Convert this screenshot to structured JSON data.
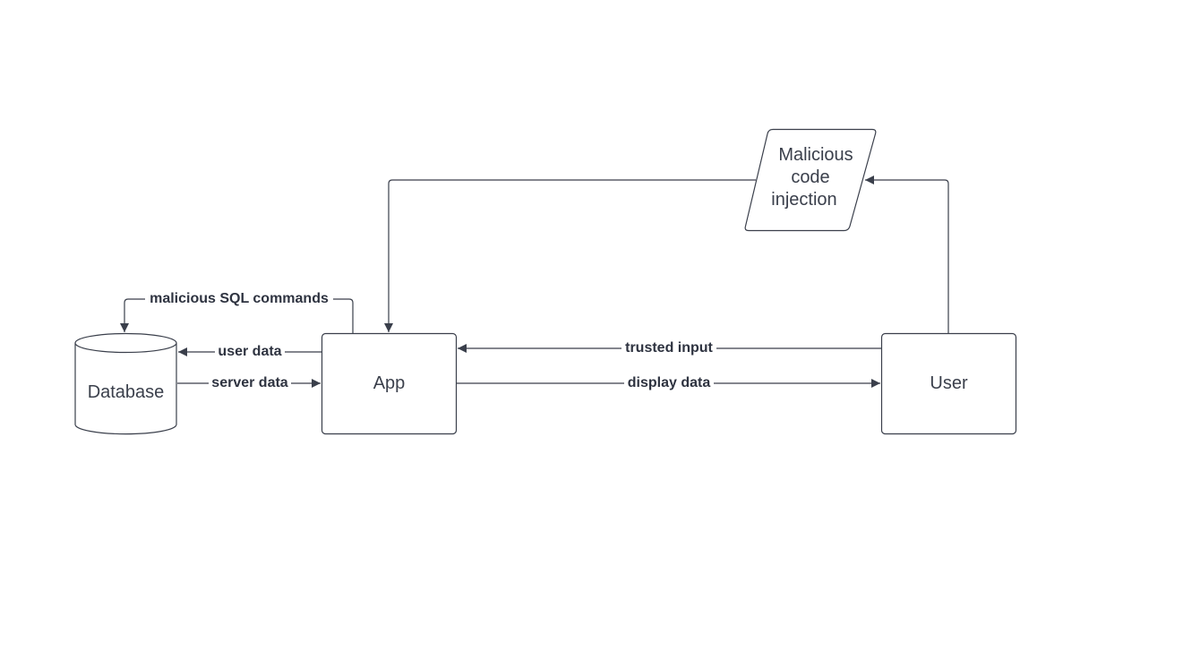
{
  "diagram": {
    "colors": {
      "stroke": "#3a3f4b",
      "text": "#3a3f4b",
      "background": "#ffffff"
    },
    "nodes": {
      "database": {
        "label": "Database",
        "shape": "cylinder"
      },
      "app": {
        "label": "App",
        "shape": "rectangle"
      },
      "user": {
        "label": "User",
        "shape": "rectangle"
      },
      "injection": {
        "label_lines": [
          "Malicious",
          "code",
          "injection"
        ],
        "shape": "parallelogram"
      }
    },
    "edges": {
      "sql": {
        "label": "malicious SQL commands",
        "from": "App",
        "to": "Database"
      },
      "user_data": {
        "label": "user data",
        "from": "App",
        "to": "Database"
      },
      "server_data": {
        "label": "server data",
        "from": "Database",
        "to": "App"
      },
      "trusted_input": {
        "label": "trusted input",
        "from": "User",
        "to": "App"
      },
      "display_data": {
        "label": "display data",
        "from": "App",
        "to": "User"
      },
      "user_to_injection": {
        "label": "",
        "from": "User",
        "to": "Malicious code injection"
      },
      "injection_to_app": {
        "label": "",
        "from": "Malicious code injection",
        "to": "App"
      }
    }
  }
}
